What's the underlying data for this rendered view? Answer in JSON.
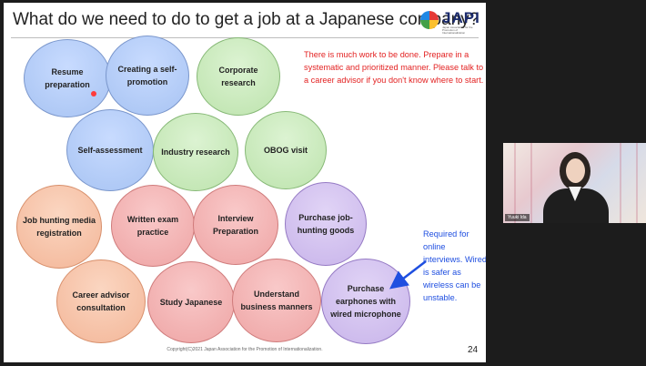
{
  "slide": {
    "title": "What do we need to do to get a job at a Japanese company?",
    "logo": {
      "text": "JAPI",
      "subtitle": "Japan Association for the Promotion of Internationalization"
    },
    "circles": [
      {
        "label": "Resume preparation",
        "color": "#a7c3f2"
      },
      {
        "label": "Creating a self-promotion",
        "color": "#a7c3f2"
      },
      {
        "label": "Corporate research",
        "color": "#bde3ad"
      },
      {
        "label": "Self-assessment",
        "color": "#a7c3f2"
      },
      {
        "label": "Industry research",
        "color": "#bde3ad"
      },
      {
        "label": "OBOG visit",
        "color": "#bde3ad"
      },
      {
        "label": "Job hunting media registration",
        "color": "#f3b698"
      },
      {
        "label": "Written exam practice",
        "color": "#eea4a4"
      },
      {
        "label": "Interview Preparation",
        "color": "#eea4a4"
      },
      {
        "label": "Purchase job-hunting goods",
        "color": "#c8b4ea"
      },
      {
        "label": "Career advisor consultation",
        "color": "#f3b698"
      },
      {
        "label": "Study Japanese",
        "color": "#eea4a4"
      },
      {
        "label": "Understand business manners",
        "color": "#eea4a4"
      },
      {
        "label": "Purchase earphones with wired microphone",
        "color": "#c8b4ea"
      }
    ],
    "note_red": "There is much work to be done. Prepare in a systematic and prioritized manner. Please talk to a career advisor if you don't know where to start.",
    "note_blue": "Required for online interviews. Wired is safer as wireless can be unstable.",
    "footer": "Copyright(C)2021 Japan Association for the Promotion of Internationalization.",
    "page_number": "24"
  },
  "video": {
    "participant_label": "Yuuki Ida"
  }
}
